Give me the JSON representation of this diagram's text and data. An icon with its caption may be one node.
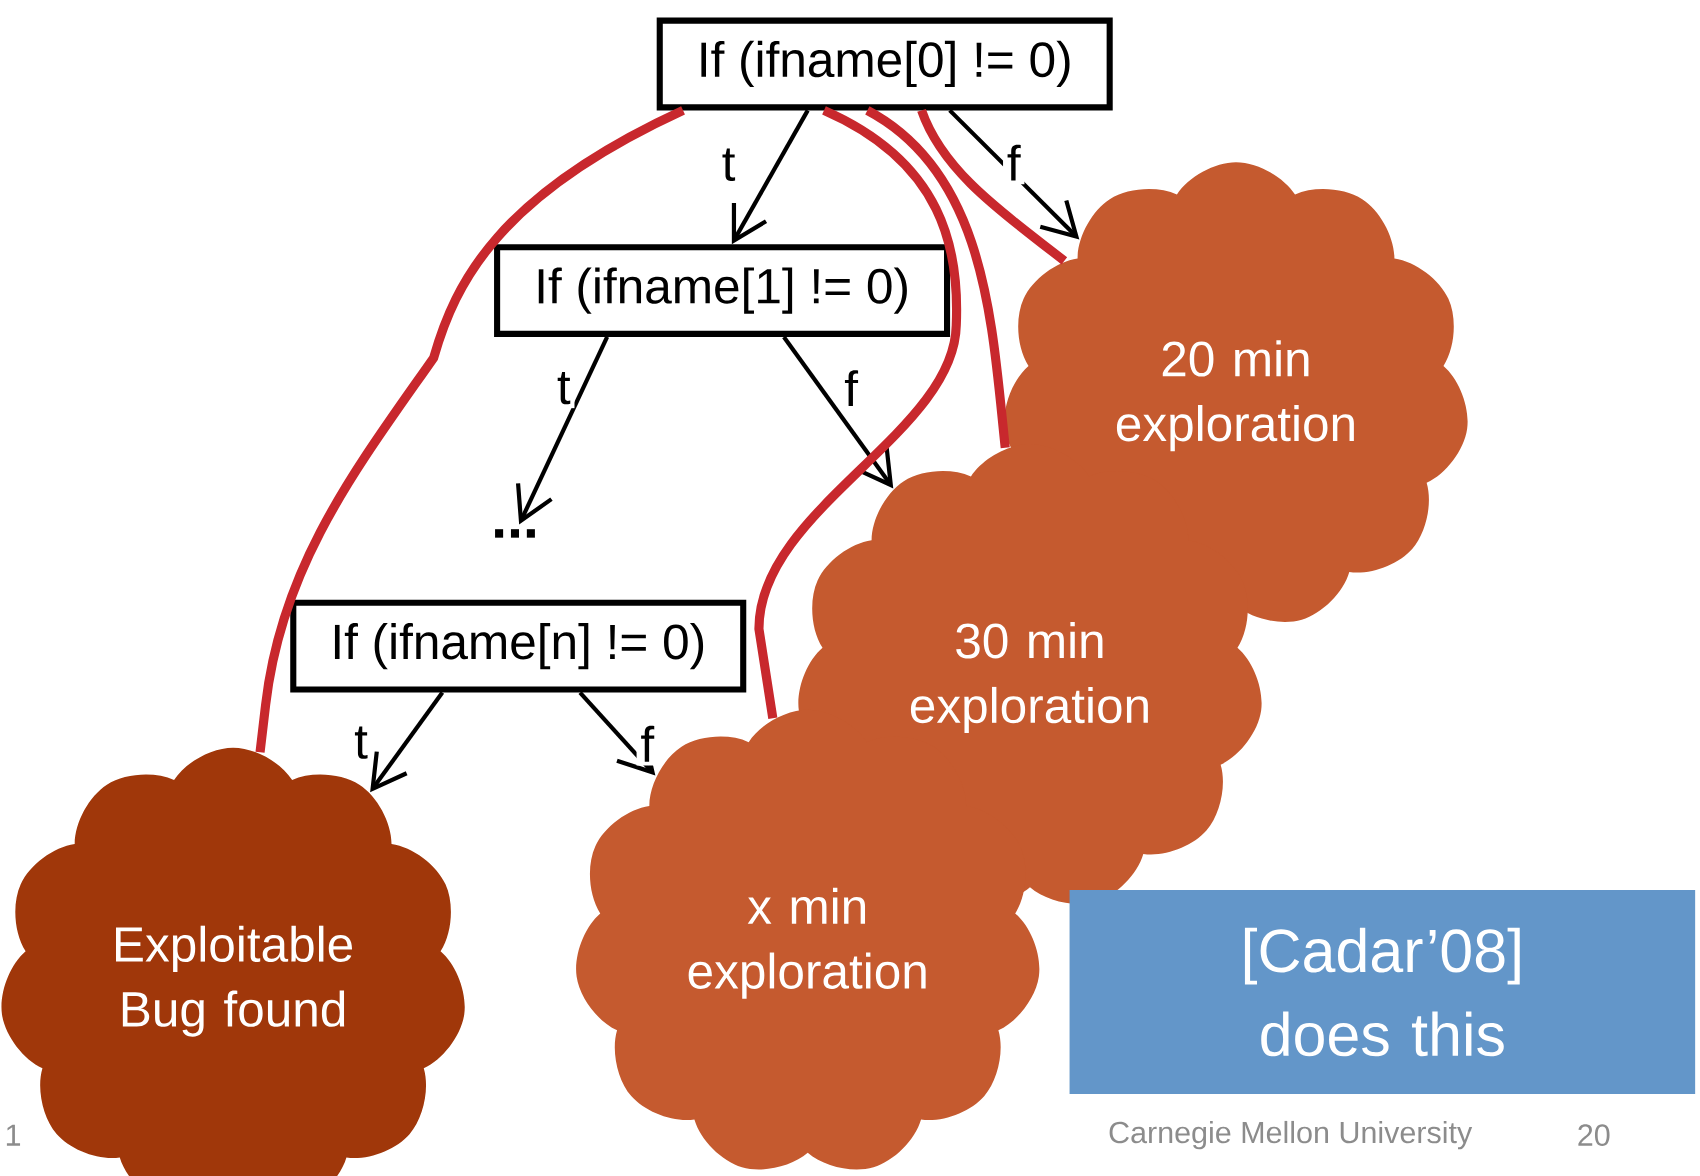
{
  "diagram": {
    "nodes": [
      {
        "text": [
          "If  (ifname[0] != 0)"
        ]
      },
      {
        "text": [
          "If  (ifname[1] != 0)"
        ]
      },
      {
        "text": [
          "If  (ifname[n] != 0)"
        ]
      },
      {
        "text": [
          "20 min exploration"
        ]
      },
      {
        "text": [
          "30 min exploration"
        ]
      },
      {
        "text": [
          "Exploitable Bug found"
        ]
      },
      {
        "text": [
          "x min exploration"
        ]
      },
      {
        "text": [
          "[Cadar’08] does this"
        ]
      },
      {
        "text": [
          "..."
        ]
      }
    ],
    "edges": [
      {
        "from": 0,
        "to": 1,
        "arrow": "to",
        "label": "t"
      },
      {
        "from": 0,
        "to": 3,
        "arrow": "to",
        "label": "f"
      },
      {
        "from": 1,
        "to": 8,
        "arrow": "to",
        "label": "t"
      },
      {
        "from": 1,
        "to": 4,
        "arrow": "to",
        "label": "f"
      },
      {
        "from": 2,
        "to": 5,
        "arrow": "to",
        "label": "t"
      },
      {
        "from": 2,
        "to": 6,
        "arrow": "to",
        "label": "f"
      },
      {
        "from": 0,
        "to": 5,
        "arrow": "none",
        "style": "thick",
        "color": "#c8282d"
      },
      {
        "from": 0,
        "to": 6,
        "arrow": "none",
        "style": "thick",
        "color": "#c8282d"
      },
      {
        "from": 0,
        "to": 4,
        "arrow": "none",
        "style": "thick",
        "color": "#c8282d"
      },
      {
        "from": 0,
        "to": 3,
        "arrow": "none",
        "style": "thick",
        "color": "#c8282d"
      }
    ],
    "labels": [
      "1",
      "Carnegie Mellon University",
      "20"
    ]
  }
}
